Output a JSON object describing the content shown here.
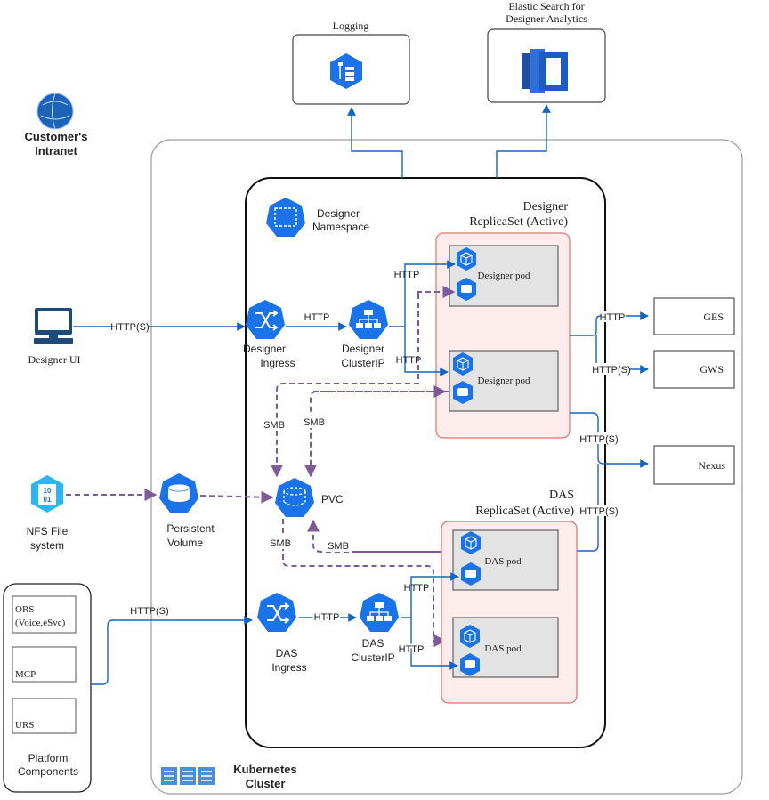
{
  "intranet": {
    "label1": "Customer's",
    "label2": "Intranet"
  },
  "logging": {
    "title": "Logging"
  },
  "elastic": {
    "title1": "Elastic Search for",
    "title2": "Designer Analytics"
  },
  "designer_ui": {
    "label": "Designer UI",
    "conn": "HTTP(S)"
  },
  "namespace": {
    "label1": "Designer",
    "label2": "Namespace"
  },
  "designer_replicaset": {
    "title1": "Designer",
    "title2": "ReplicaSet (Active)",
    "pod1": "Designer pod",
    "pod2": "Designer pod"
  },
  "designer_ingress": {
    "label1": "Designer",
    "label2": "Ingress"
  },
  "designer_clusterip": {
    "label1": "Designer",
    "label2": "ClusterIP"
  },
  "links": {
    "http_ingress_cluster": "HTTP",
    "http_pod1": "HTTP",
    "http_pod2": "HTTP",
    "http_ges": "HTTP",
    "https_gws": "HTTP(S)",
    "https_nexus1": "HTTP(S)",
    "https_nexus2": "HTTP(S)",
    "smb1": "SMB",
    "smb2": "SMB",
    "smb3": "SMB",
    "smb4": "SMB",
    "das_ingress_cluster": "HTTP",
    "das_pod1": "HTTP",
    "das_pod2": "HTTP",
    "platform_https": "HTTP(S)"
  },
  "ges": {
    "label": "GES"
  },
  "gws": {
    "label": "GWS"
  },
  "nexus": {
    "label": "Nexus"
  },
  "nfs": {
    "label1": "NFS File",
    "label2": "system",
    "glyph1": "10",
    "glyph2": "01"
  },
  "pv": {
    "label1": "Persistent",
    "label2": "Volume"
  },
  "pvc": {
    "label": "PVC"
  },
  "das_replicaset": {
    "title1": "DAS",
    "title2": "ReplicaSet (Active)",
    "pod1": "DAS pod",
    "pod2": "DAS pod"
  },
  "das_ingress": {
    "label1": "DAS",
    "label2": "Ingress"
  },
  "das_clusterip": {
    "label1": "DAS",
    "label2": "ClusterIP"
  },
  "platform": {
    "ors1": "ORS",
    "ors2": "(Voice,eSvc)",
    "mcp": "MCP",
    "urs": "URS",
    "label1": "Platform",
    "label2": "Components"
  },
  "cluster": {
    "label1": "Kubernetes",
    "label2": "Cluster"
  },
  "colors": {
    "blue": "#1565c0",
    "purple": "#7e5a9b",
    "pod_border": "#e57373",
    "icon_blue": "#1a73e8"
  }
}
